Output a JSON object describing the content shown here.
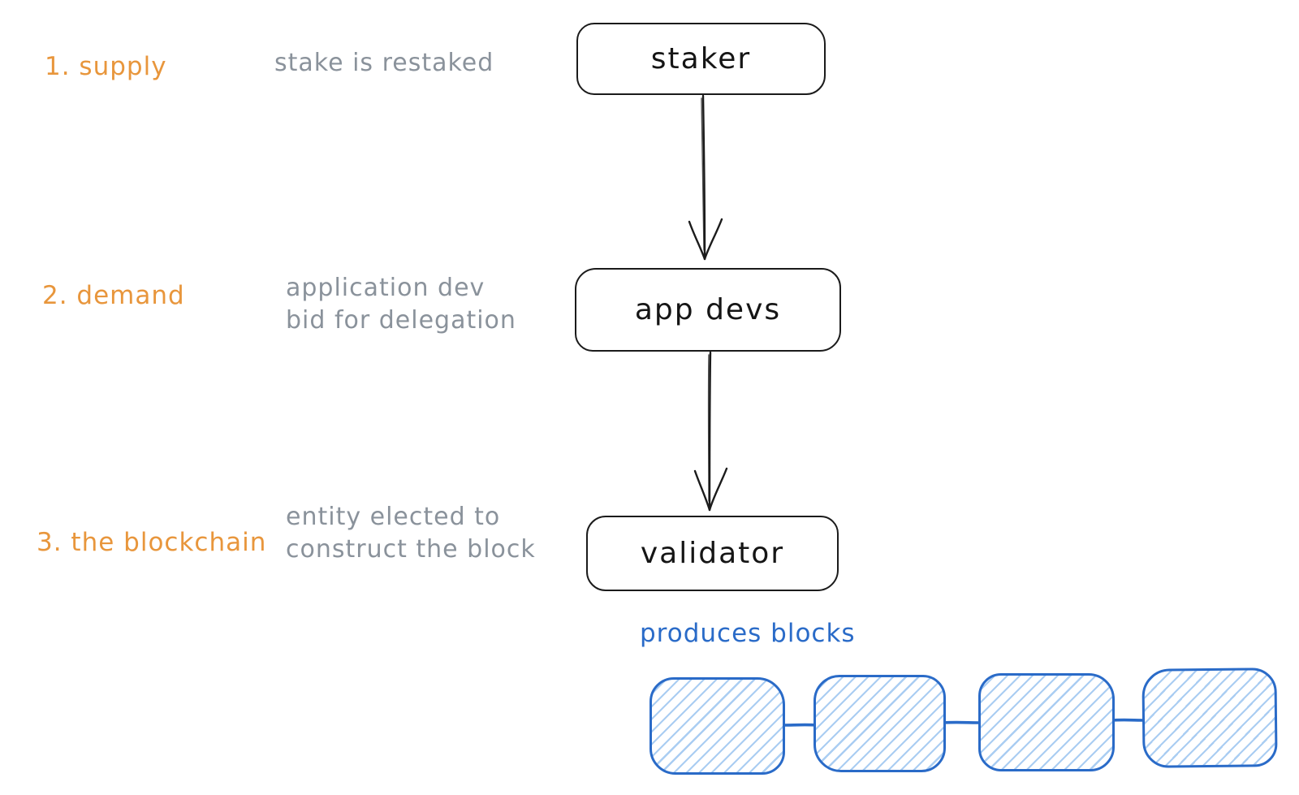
{
  "diagram": {
    "rows": [
      {
        "index_label": "1. supply",
        "annotation_lines": [
          "stake is restaked"
        ],
        "node_label": "staker"
      },
      {
        "index_label": "2. demand",
        "annotation_lines": [
          "application dev",
          "bid for delegation"
        ],
        "node_label": "app devs"
      },
      {
        "index_label": "3. the blockchain",
        "annotation_lines": [
          "entity elected to",
          "construct the block"
        ],
        "node_label": "validator"
      }
    ],
    "edges": [
      {
        "from": "staker",
        "to": "app devs"
      },
      {
        "from": "app devs",
        "to": "validator"
      }
    ],
    "blockchain": {
      "label": "produces blocks",
      "block_count": 4
    },
    "colors": {
      "index_orange": "#e8963c",
      "annotation_gray": "#8a929b",
      "node_stroke": "#1b1b1b",
      "blockchain_blue": "#2a6bc8",
      "blockchain_hatch": "#aacdf2",
      "background": "#ffffff"
    }
  }
}
